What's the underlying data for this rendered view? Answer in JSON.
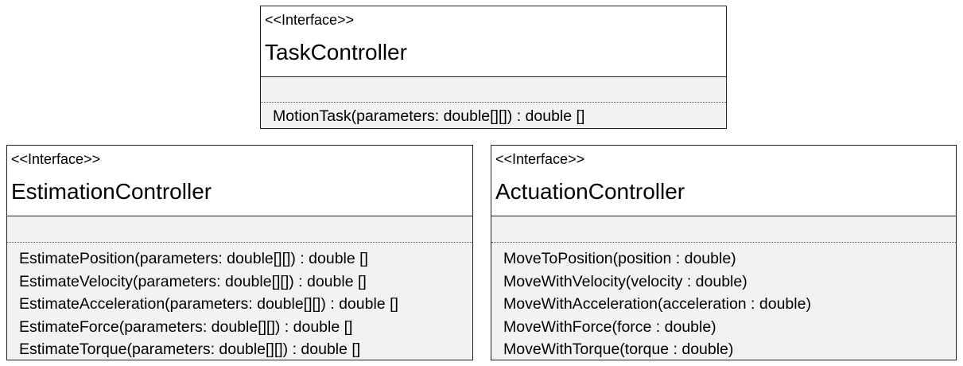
{
  "diagram": {
    "classes": [
      {
        "stereotype": "<<Interface>>",
        "name": "TaskController",
        "operations": [
          "MotionTask(parameters: double[][]) : double []"
        ]
      },
      {
        "stereotype": "<<Interface>>",
        "name": "EstimationController",
        "operations": [
          "EstimatePosition(parameters: double[][]) : double []",
          "EstimateVelocity(parameters: double[][]) : double []",
          "EstimateAcceleration(parameters: double[][]) : double []",
          "EstimateForce(parameters: double[][]) : double []",
          "EstimateTorque(parameters: double[][]) : double []"
        ]
      },
      {
        "stereotype": "<<Interface>>",
        "name": "ActuationController",
        "operations": [
          "MoveToPosition(position : double)",
          "MoveWithVelocity(velocity : double)",
          "MoveWithAcceleration(acceleration : double)",
          "MoveWithForce(force : double)",
          "MoveWithTorque(torque : double)"
        ]
      }
    ]
  }
}
